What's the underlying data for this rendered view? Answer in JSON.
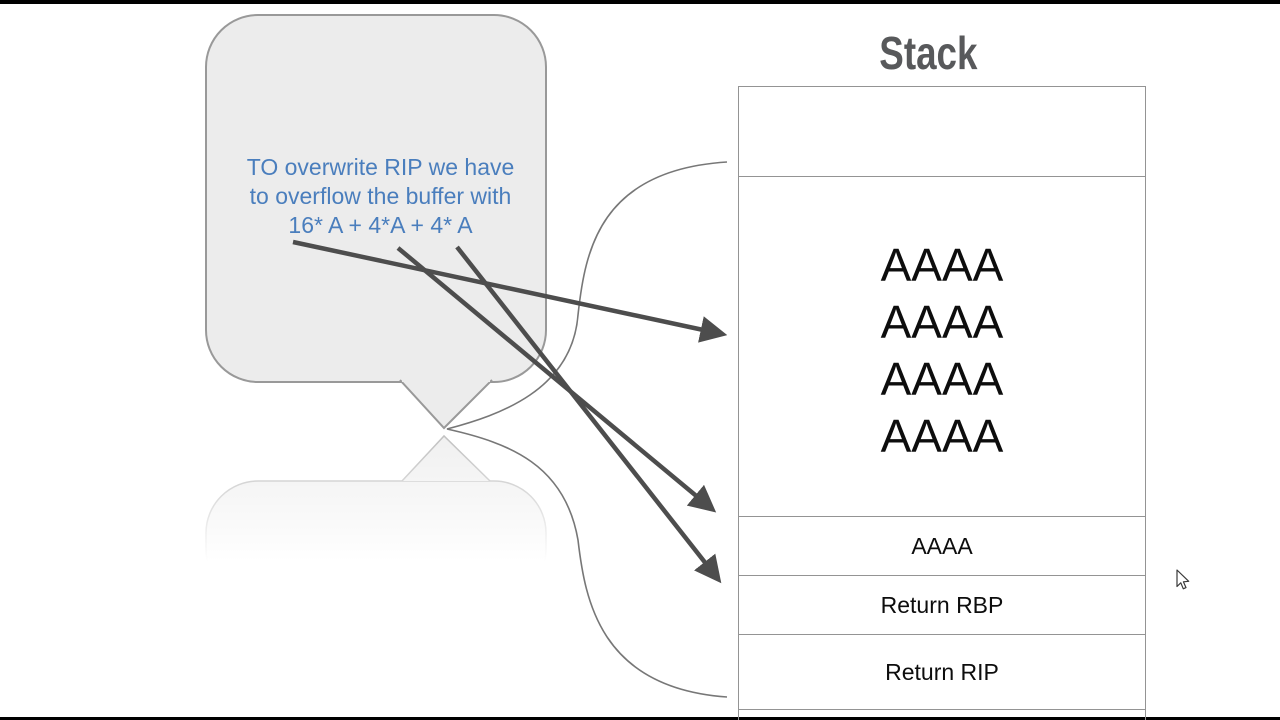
{
  "slide": {
    "speech_bubble": {
      "lines": [
        "TO overwrite RIP we have",
        "to overflow the buffer with",
        "16* A + 4*A + 4* A"
      ]
    },
    "stack": {
      "title": "Stack",
      "buffer_lines": [
        "AAAA",
        "AAAA",
        "AAAA",
        "AAAA"
      ],
      "rows": {
        "aaaa": "AAAA",
        "return_rbp": "Return RBP",
        "return_rip": "Return RIP"
      }
    },
    "colors": {
      "bubble_fill": "#ececec",
      "bubble_stroke": "#999999",
      "bubble_text": "#4a7ebd",
      "brace_stroke": "#777777",
      "arrow": "#4d4d4d",
      "table_border": "#949494",
      "title_text": "#58595b"
    },
    "icons": {
      "cursor": "mouse-pointer-icon"
    }
  }
}
